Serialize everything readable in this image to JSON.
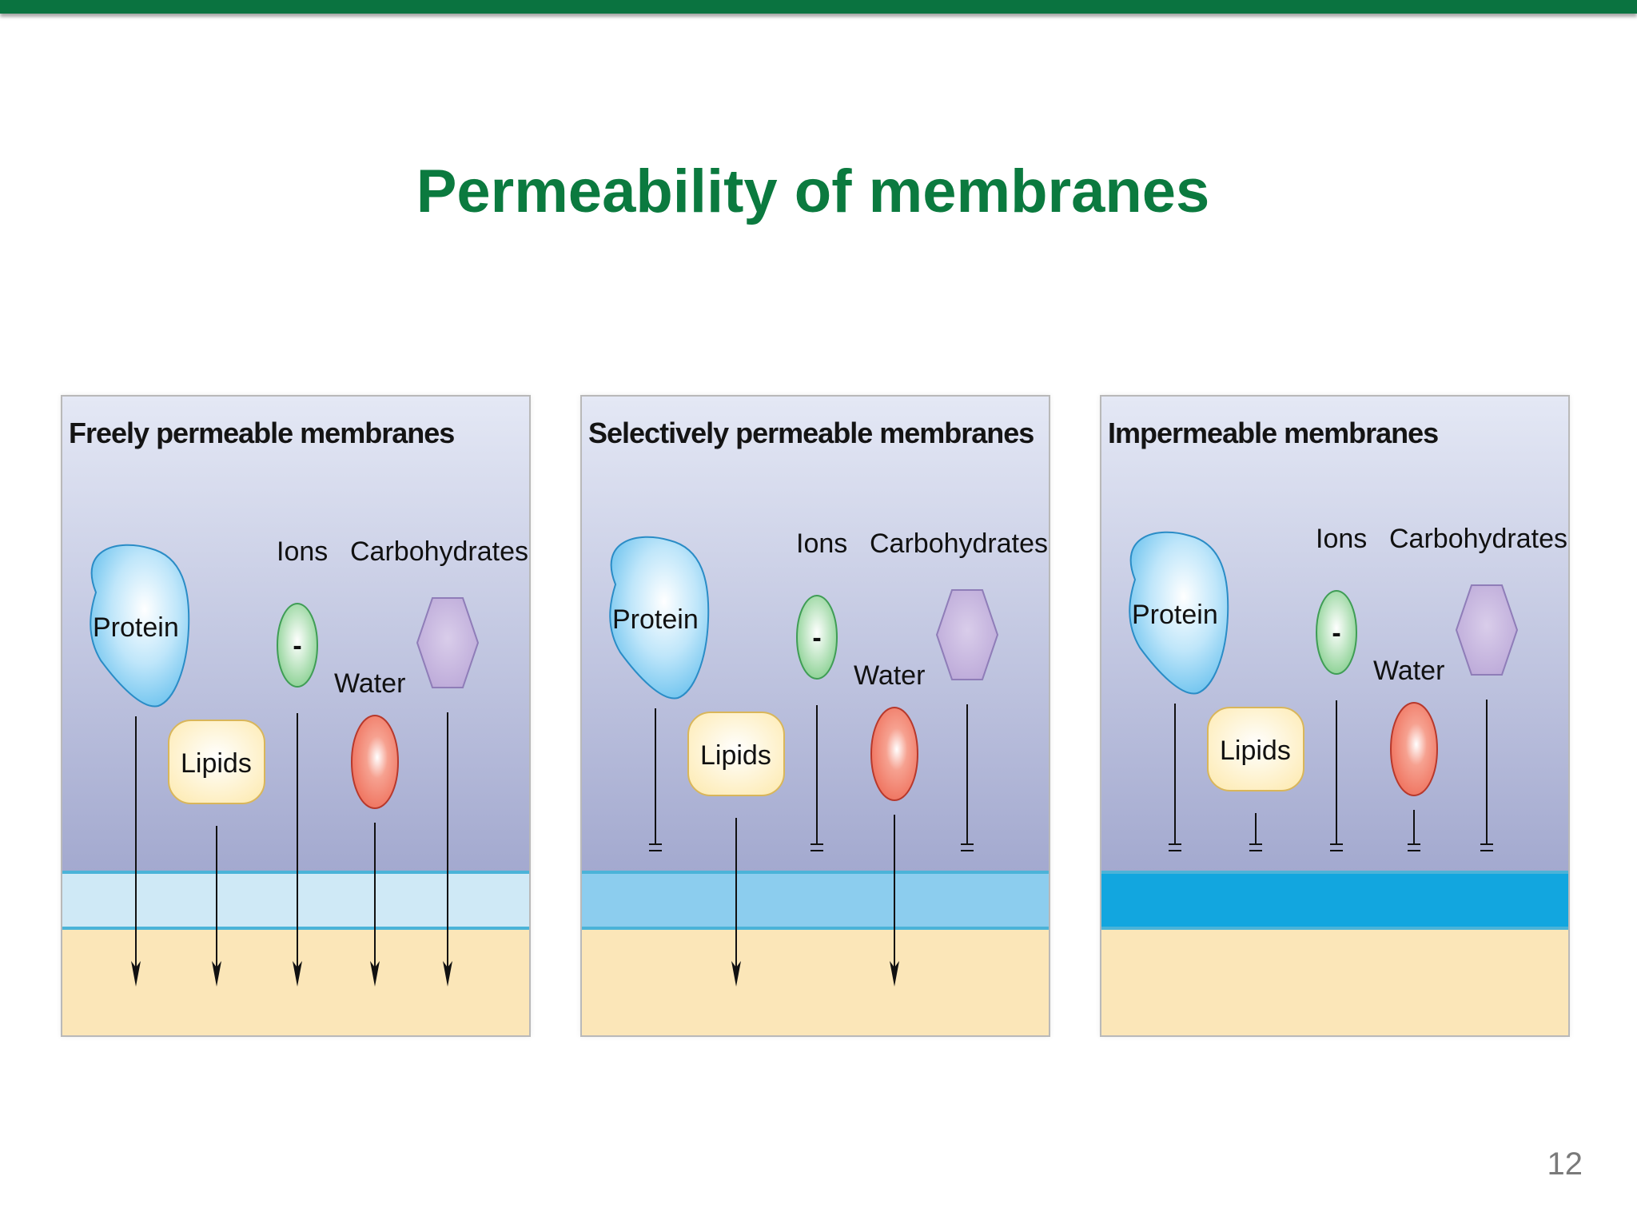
{
  "slide": {
    "title": "Permeability of membranes",
    "page_number": "12"
  },
  "colors": {
    "accent_green": "#0a7340",
    "title_green": "#0b7a3f",
    "sky_top": "#e4e8f5",
    "sky_bottom": "#a3a9cf",
    "floor": "#fbe6b8",
    "protein": "#4fb6ea",
    "lipids": "#fdeab0",
    "ion": "#7ccb85",
    "water": "#ee6a55",
    "carbohydrate": "#b8a4d6"
  },
  "labels": {
    "protein": "Protein",
    "lipids": "Lipids",
    "ions": "Ions",
    "ion_symbol": "-",
    "water": "Water",
    "carbohydrates": "Carbohydrates"
  },
  "panels": [
    {
      "title": "Freely permeable membranes",
      "membrane": "free",
      "membrane_color": "#cfe9f6",
      "passes": {
        "protein": true,
        "lipids": true,
        "ions": true,
        "water": true,
        "carbohydrates": true
      }
    },
    {
      "title": "Selectively permeable membranes",
      "membrane": "selective",
      "membrane_color": "#8ccdee",
      "passes": {
        "protein": false,
        "lipids": true,
        "ions": false,
        "water": true,
        "carbohydrates": false
      }
    },
    {
      "title": "Impermeable membranes",
      "membrane": "impermeable",
      "membrane_color": "#12a6df",
      "passes": {
        "protein": false,
        "lipids": false,
        "ions": false,
        "water": false,
        "carbohydrates": false
      }
    }
  ]
}
